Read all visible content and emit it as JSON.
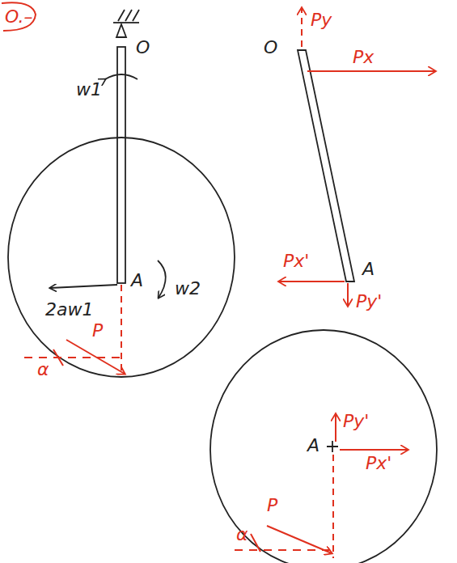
{
  "diagram": {
    "labels": [
      "O.–",
      "O",
      "w1",
      "A",
      "w2",
      "2aw1",
      "P",
      "α",
      "O",
      "Py",
      "Px",
      "Px'",
      "A",
      "Py'",
      "A",
      "Py'",
      "Px'",
      "P",
      "α"
    ]
  }
}
